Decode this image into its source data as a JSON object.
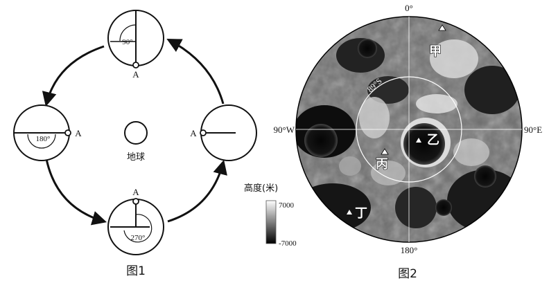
{
  "figure1": {
    "caption": "图1",
    "earth_label": "地球",
    "point_label": "A",
    "angles": [
      "90°",
      "180°",
      "270°"
    ]
  },
  "figure2": {
    "caption": "图2",
    "grid_labels": {
      "top": "0°",
      "bottom": "180°",
      "left": "90°W",
      "right": "90°E",
      "latitude": "89°S"
    },
    "sites": [
      "甲",
      "乙",
      "丙",
      "丁"
    ],
    "legend": {
      "title": "高度(米)",
      "max": "7000",
      "min": "-7000"
    }
  }
}
